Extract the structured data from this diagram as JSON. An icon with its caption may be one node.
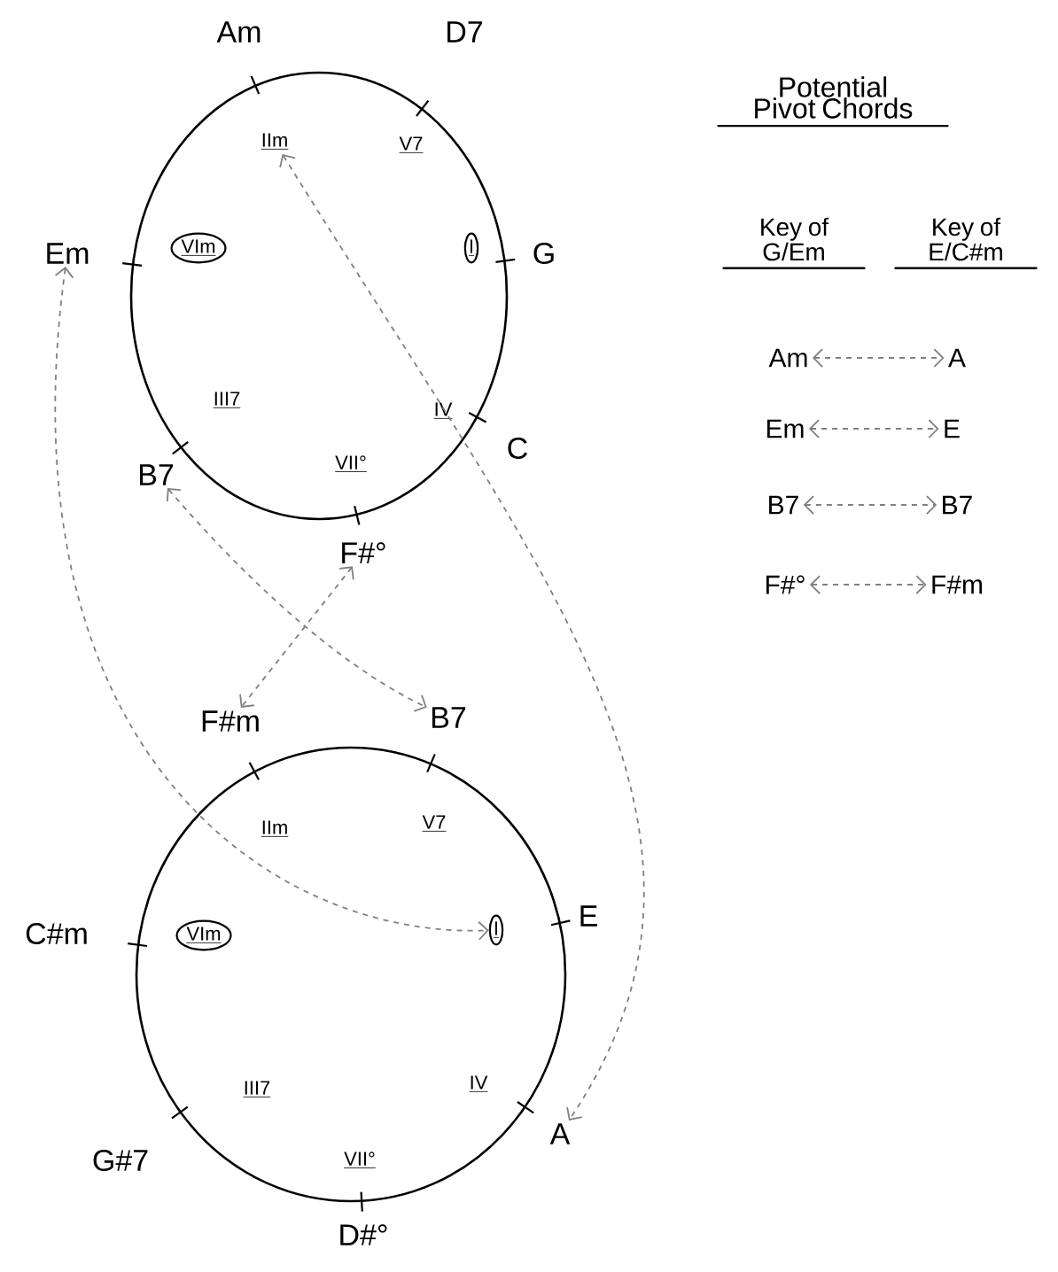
{
  "diagram": {
    "nodes": [
      {
        "text": [],
        "shape": "circle"
      },
      {
        "text": [
          "IIm"
        ],
        "in": 0
      },
      {
        "text": [
          "V7"
        ],
        "in": 0
      },
      {
        "text": [
          "I"
        ],
        "in": 0
      },
      {
        "text": [
          "IV"
        ],
        "in": 0
      },
      {
        "text": [
          "VII°"
        ],
        "in": 0
      },
      {
        "text": [
          "III7"
        ],
        "in": 0
      },
      {
        "text": [
          "VIm"
        ],
        "in": 0
      },
      {
        "text": [
          "Am"
        ]
      },
      {
        "text": [
          "D7"
        ]
      },
      {
        "text": [
          "G"
        ]
      },
      {
        "text": [
          "C"
        ]
      },
      {
        "text": [
          "F#°"
        ]
      },
      {
        "text": [
          "B7"
        ]
      },
      {
        "text": [
          "Em"
        ]
      },
      {
        "text": [],
        "shape": "circle"
      },
      {
        "text": [
          "IIm"
        ],
        "in": 15
      },
      {
        "text": [
          "V7"
        ],
        "in": 15
      },
      {
        "text": [
          "I"
        ],
        "in": 15
      },
      {
        "text": [
          "IV"
        ],
        "in": 15
      },
      {
        "text": [
          "VII°"
        ],
        "in": 15
      },
      {
        "text": [
          "III7"
        ],
        "in": 15
      },
      {
        "text": [
          "VIm"
        ],
        "in": 15
      },
      {
        "text": [
          "F#m"
        ]
      },
      {
        "text": [
          "B7"
        ]
      },
      {
        "text": [
          "E"
        ]
      },
      {
        "text": [
          "A"
        ]
      },
      {
        "text": [
          "D#°"
        ]
      },
      {
        "text": [
          "G#7"
        ]
      },
      {
        "text": [
          "C#m"
        ]
      },
      {
        "text": [
          "Am"
        ]
      },
      {
        "text": [
          "A"
        ]
      },
      {
        "text": [
          "Em"
        ]
      },
      {
        "text": [
          "E"
        ]
      },
      {
        "text": [
          "B7"
        ]
      },
      {
        "text": [
          "B7"
        ]
      },
      {
        "text": [
          "F#°"
        ]
      },
      {
        "text": [
          "F#m"
        ]
      }
    ],
    "edges": [
      {
        "from": 1,
        "to": 26,
        "arrow": "both",
        "style": "dashed"
      },
      {
        "from": 14,
        "to": 18,
        "arrow": "both",
        "style": "dashed"
      },
      {
        "from": 13,
        "to": 24,
        "arrow": "both",
        "style": "dashed"
      },
      {
        "from": 12,
        "to": 23,
        "arrow": "both",
        "style": "dashed"
      },
      {
        "from": 30,
        "to": 31,
        "arrow": "both",
        "style": "dashed"
      },
      {
        "from": 32,
        "to": 33,
        "arrow": "both",
        "style": "dashed"
      },
      {
        "from": 34,
        "to": 35,
        "arrow": "both",
        "style": "dashed"
      },
      {
        "from": 36,
        "to": 37,
        "arrow": "both",
        "style": "dashed"
      }
    ],
    "labels": [
      "Potential Pivot Chords",
      "Key of G/Em",
      "Key of E/C#m"
    ]
  }
}
